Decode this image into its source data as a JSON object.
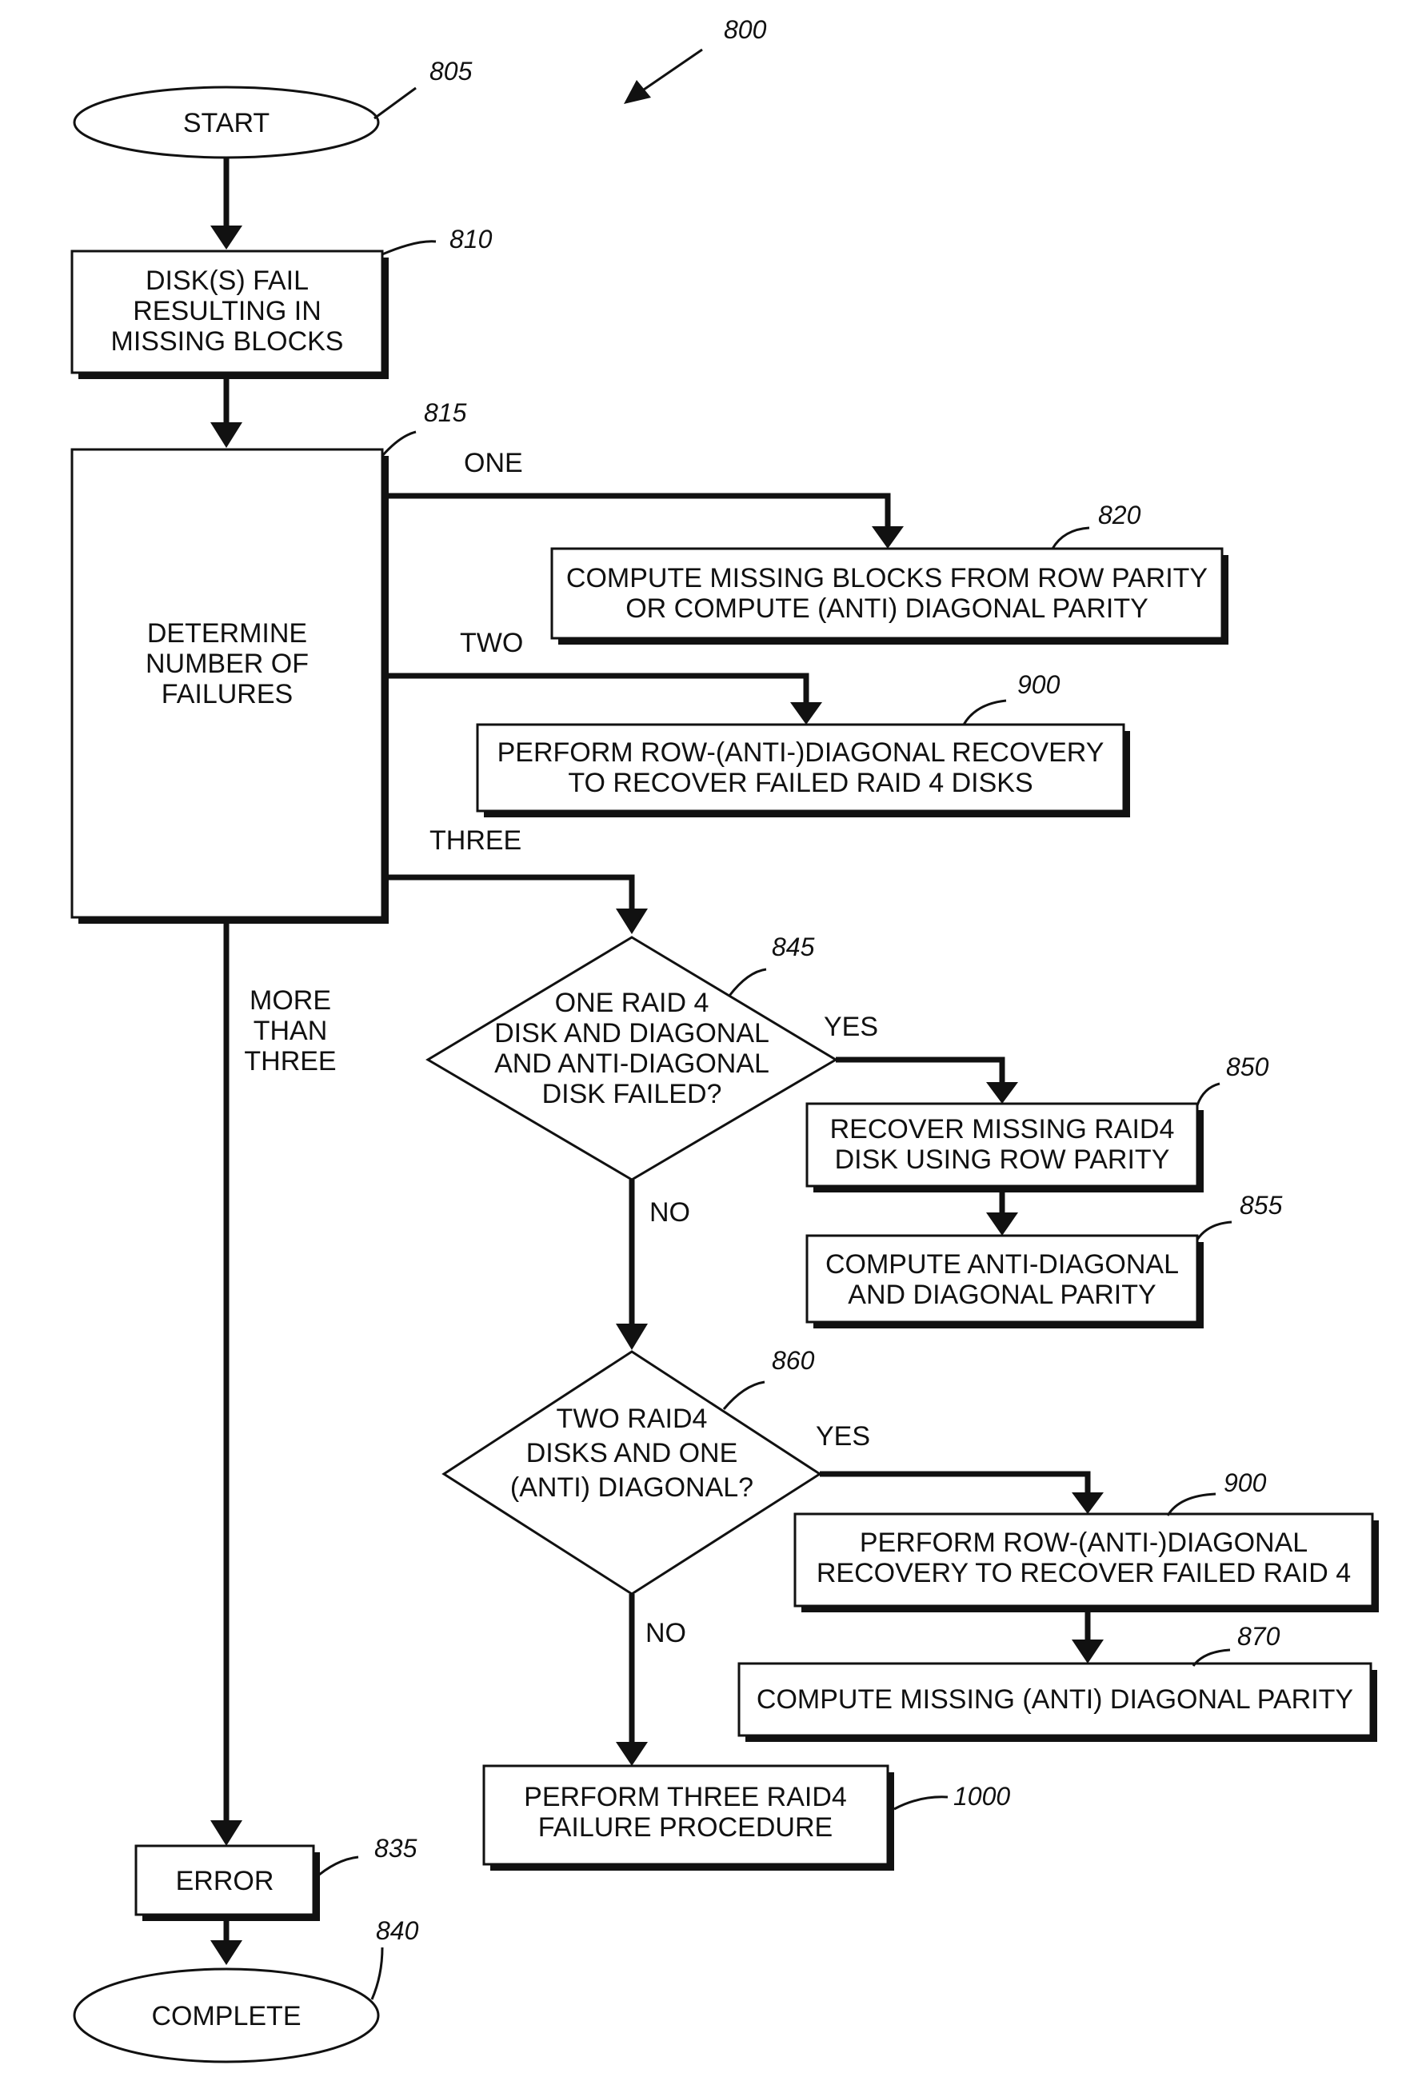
{
  "figure_number": "800",
  "nodes": {
    "start": {
      "ref": "805",
      "lines": [
        "START"
      ]
    },
    "disk_fail": {
      "ref": "810",
      "lines": [
        "DISK(S) FAIL",
        "RESULTING IN",
        "MISSING BLOCKS"
      ]
    },
    "determine": {
      "ref": "815",
      "lines": [
        "DETERMINE",
        "NUMBER OF",
        "FAILURES"
      ]
    },
    "compute_row": {
      "ref": "820",
      "lines": [
        "COMPUTE MISSING BLOCKS FROM ROW PARITY",
        "OR COMPUTE (ANTI) DIAGONAL PARITY"
      ]
    },
    "recovery_two": {
      "ref": "900",
      "lines": [
        "PERFORM ROW-(ANTI-)DIAGONAL RECOVERY",
        "TO RECOVER FAILED RAID 4 DISKS"
      ]
    },
    "decision_845": {
      "ref": "845",
      "lines": [
        "ONE RAID 4",
        "DISK AND DIAGONAL",
        "AND ANTI-DIAGONAL",
        "DISK FAILED?"
      ]
    },
    "recover_raid4": {
      "ref": "850",
      "lines": [
        "RECOVER MISSING RAID4",
        "DISK USING ROW PARITY"
      ]
    },
    "compute_anti": {
      "ref": "855",
      "lines": [
        "COMPUTE ANTI-DIAGONAL",
        "AND DIAGONAL PARITY"
      ]
    },
    "decision_860": {
      "ref": "860",
      "lines": [
        "TWO RAID4",
        "DISKS AND ONE",
        "(ANTI) DIAGONAL?"
      ]
    },
    "recovery_three": {
      "ref": "900",
      "lines": [
        "PERFORM ROW-(ANTI-)DIAGONAL",
        "RECOVERY TO RECOVER FAILED RAID 4"
      ]
    },
    "compute_missing": {
      "ref": "870",
      "lines": [
        "COMPUTE MISSING (ANTI) DIAGONAL PARITY"
      ]
    },
    "three_failure": {
      "ref": "1000",
      "lines": [
        "PERFORM THREE RAID4",
        "FAILURE PROCEDURE"
      ]
    },
    "error": {
      "ref": "835",
      "lines": [
        "ERROR"
      ]
    },
    "complete": {
      "ref": "840",
      "lines": [
        "COMPLETE"
      ]
    }
  },
  "branch_labels": {
    "one": "ONE",
    "two": "TWO",
    "three": "THREE",
    "more_than_three": [
      "MORE",
      "THAN",
      "THREE"
    ],
    "yes_845": "YES",
    "no_845": "NO",
    "yes_860": "YES",
    "no_860": "NO"
  }
}
